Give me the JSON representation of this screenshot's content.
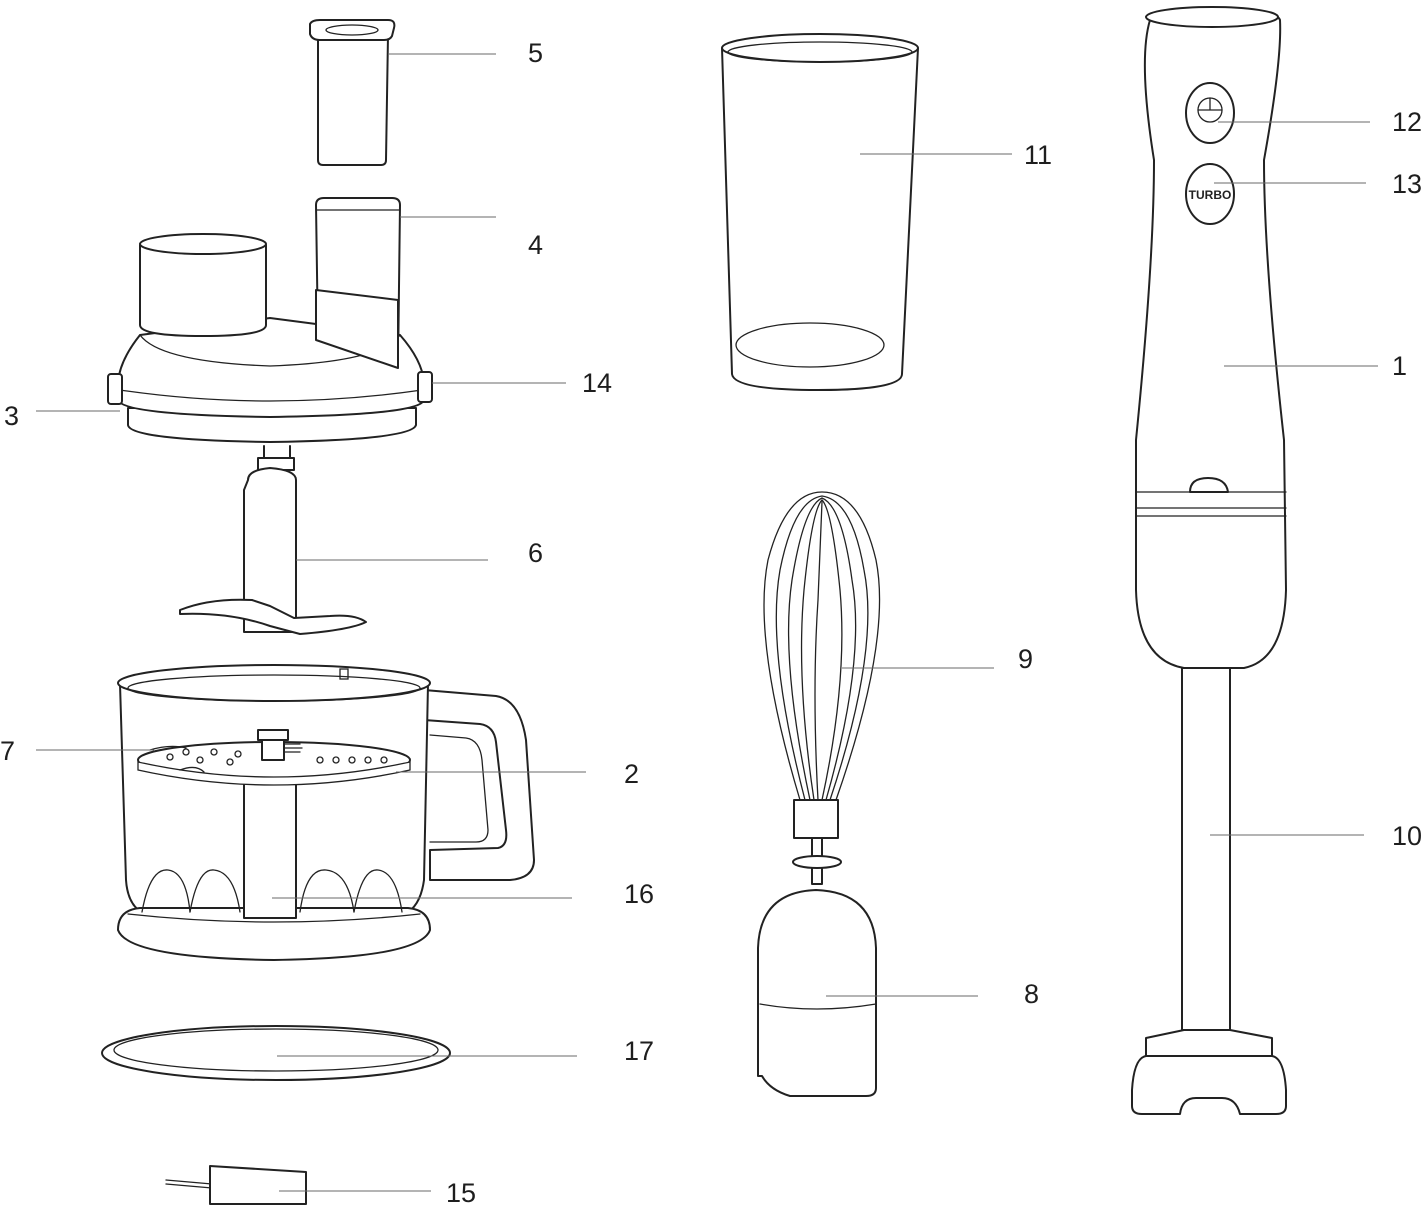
{
  "callouts": [
    {
      "id": "c1",
      "label": "1"
    },
    {
      "id": "c2",
      "label": "2"
    },
    {
      "id": "c3",
      "label": "3"
    },
    {
      "id": "c4",
      "label": "4"
    },
    {
      "id": "c5",
      "label": "5"
    },
    {
      "id": "c6",
      "label": "6"
    },
    {
      "id": "c7",
      "label": "7"
    },
    {
      "id": "c8",
      "label": "8"
    },
    {
      "id": "c9",
      "label": "9"
    },
    {
      "id": "c10",
      "label": "10"
    },
    {
      "id": "c11",
      "label": "11"
    },
    {
      "id": "c12",
      "label": "12"
    },
    {
      "id": "c13",
      "label": "13"
    },
    {
      "id": "c14",
      "label": "14"
    },
    {
      "id": "c15",
      "label": "15"
    },
    {
      "id": "c16",
      "label": "16"
    },
    {
      "id": "c17",
      "label": "17"
    }
  ],
  "turbo_button_text": "TURBO",
  "colors": {
    "stroke": "#222222",
    "leader": "#6a6a6a",
    "background": "#ffffff"
  }
}
